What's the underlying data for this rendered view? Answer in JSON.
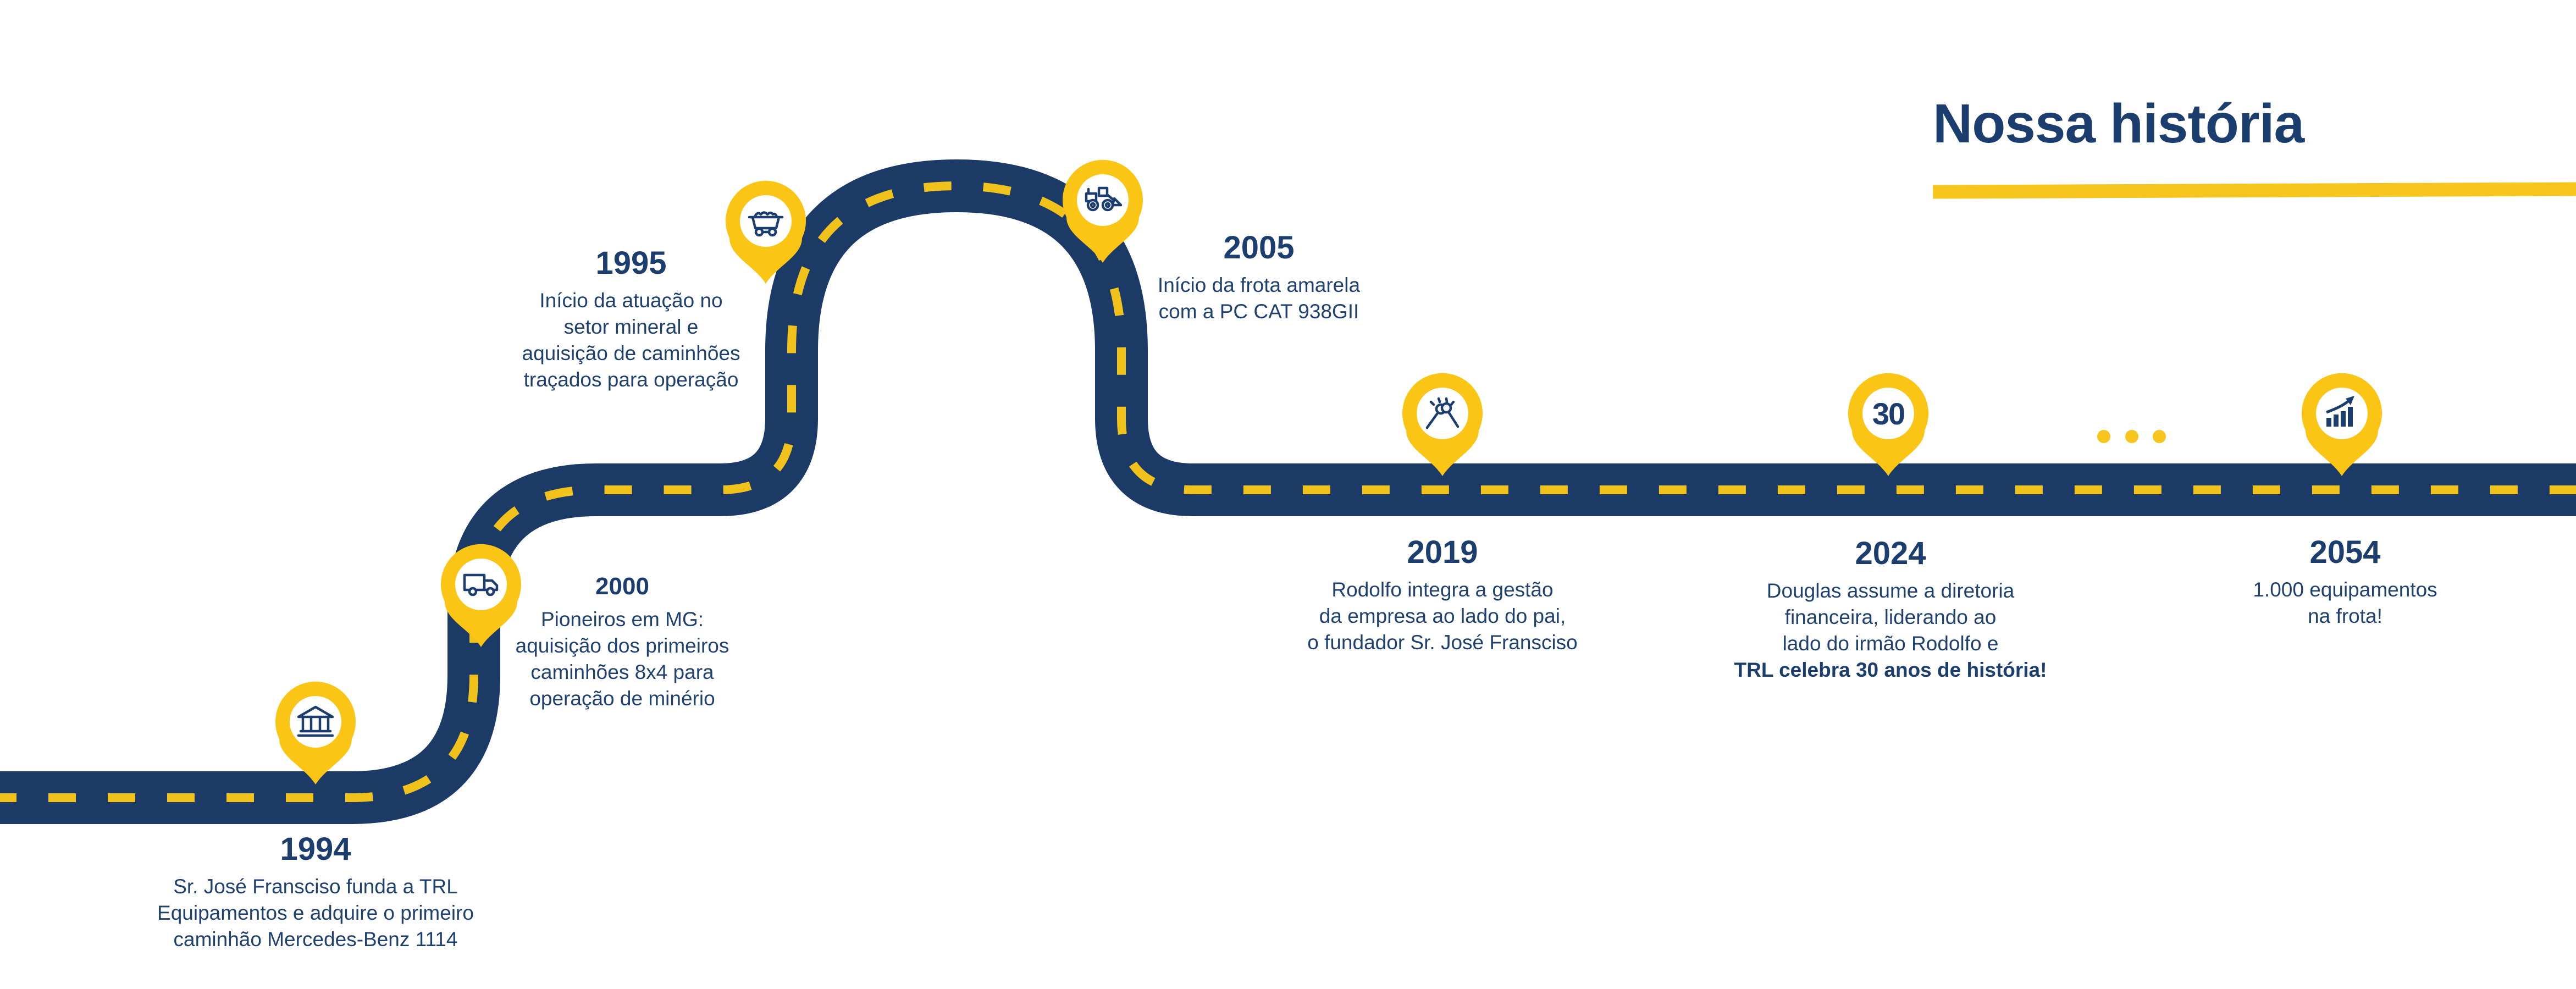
{
  "title": {
    "text": "Nossa história"
  },
  "colors": {
    "road_navy": "#1B3A66",
    "text_navy": "#1C3E6E",
    "dash_yellow": "#F2C21C",
    "pin_yellow": "#FBC515",
    "underline_yellow": "#F6C51E"
  },
  "timeline": {
    "ellipsis_dots": 3,
    "milestones": [
      {
        "year": "1994",
        "icon": "bank-icon",
        "desc": "Sr. José Fransciso funda a TRL\nEquipamentos e adquire o primeiro\ncaminhão Mercedes-Benz 1114"
      },
      {
        "year": "1995",
        "icon": "mine-cart-icon",
        "desc": "Início da atuação no\nsetor mineral e\naquisição de caminhões\ntraçados para operação"
      },
      {
        "year": "2000",
        "icon": "truck-icon",
        "desc": "Pioneiros em MG:\naquisição dos primeiros\ncaminhões 8x4 para\noperação de minério"
      },
      {
        "year": "2005",
        "icon": "wheel-loader-icon",
        "desc": "Início da frota amarela\ncom a PC CAT 938GII"
      },
      {
        "year": "2019",
        "icon": "handshake-icon",
        "desc": "Rodolfo integra a gestão\nda empresa ao lado do pai,\no fundador Sr. José Fransciso"
      },
      {
        "year": "2024",
        "icon": "30-years-badge-icon",
        "badge_text": "30",
        "desc": "Douglas assume a diretoria\nfinanceira, liderando ao\nlado do irmão Rodolfo e",
        "desc_bold": "TRL celebra 30 anos de história!"
      },
      {
        "year": "2054",
        "icon": "growth-chart-icon",
        "desc": "1.000 equipamentos\nna frota!"
      }
    ]
  }
}
